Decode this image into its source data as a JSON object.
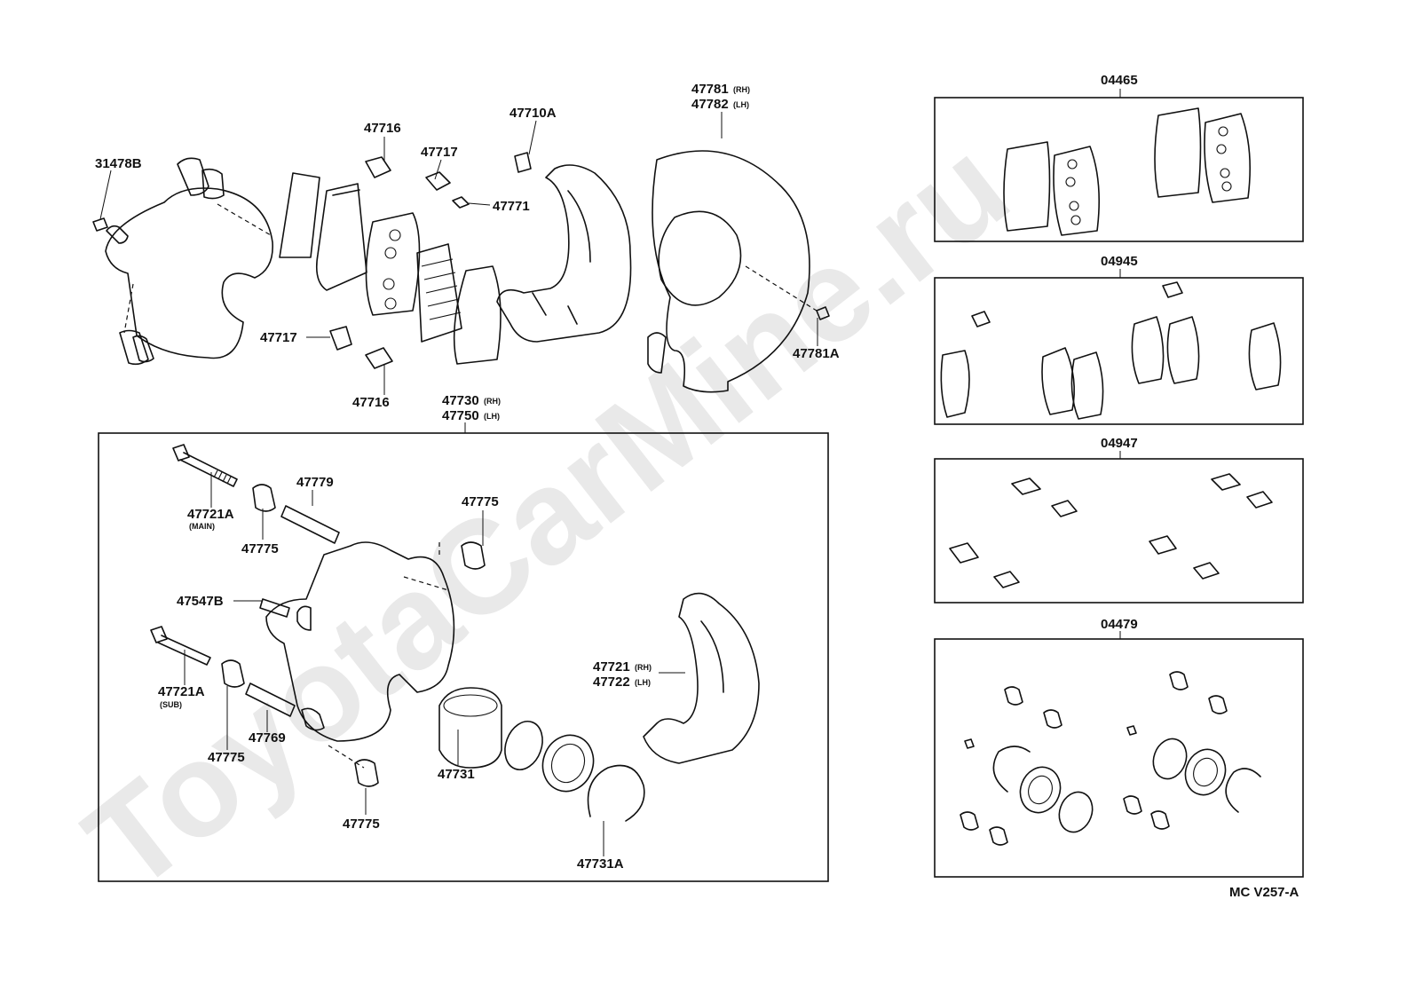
{
  "diagram": {
    "watermark": "ToyotaCarMine.ru",
    "figure_code": "MC V257-A",
    "parts_top": {
      "p31478B": "31478B",
      "p47716a": "47716",
      "p47716b": "47716",
      "p47717a": "47717",
      "p47717b": "47717",
      "p47771": "47771",
      "p47710A": "47710A",
      "p47781": "47781",
      "p47782": "47782",
      "p47781A": "47781A"
    },
    "caliper_assembly": {
      "p47730": "47730",
      "p47750": "47750",
      "p47721A_main": "47721A",
      "main_note": "(MAIN)",
      "p47721A_sub": "47721A",
      "sub_note": "(SUB)",
      "p47775a": "47775",
      "p47775b": "47775",
      "p47775c": "47775",
      "p47775d": "47775",
      "p47779": "47779",
      "p47547B": "47547B",
      "p47769": "47769",
      "p47731": "47731",
      "p47731A": "47731A",
      "p47721": "47721",
      "p47722": "47722"
    },
    "side_markers": {
      "rh": "(RH)",
      "lh": "(LH)"
    },
    "kits": {
      "k04465": "04465",
      "k04945": "04945",
      "k04947": "04947",
      "k04479": "04479"
    }
  }
}
